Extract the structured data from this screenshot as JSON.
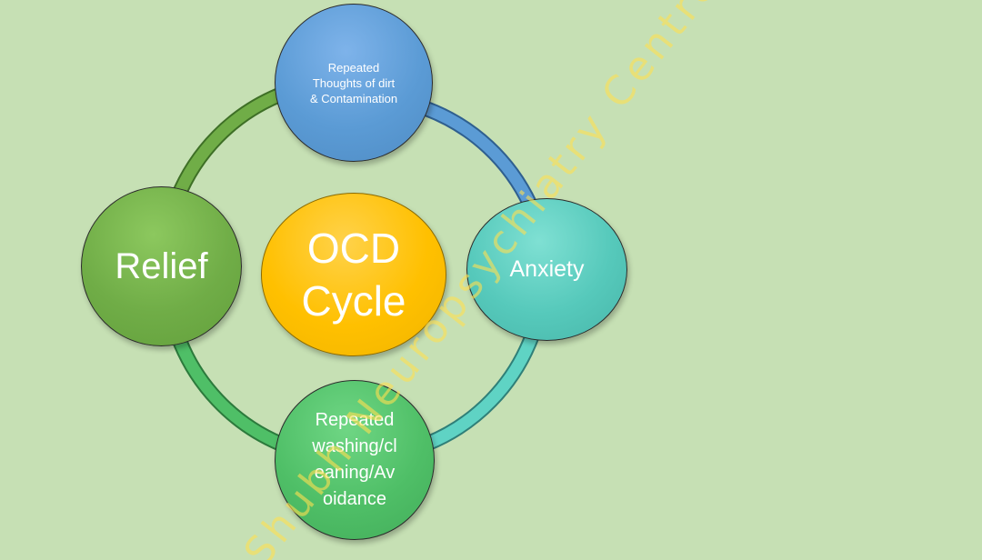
{
  "diagram": {
    "nodes": {
      "top": {
        "label": "Repeated\nThoughts of dirt\n& Contamination",
        "color": "#5b9bd5"
      },
      "right": {
        "label": "Anxiety",
        "color": "#56c9bb"
      },
      "bottom": {
        "label": "Repeated\nwashing/cl\neaning/Av\noidance",
        "color": "#4fbf67"
      },
      "left": {
        "label": "Relief",
        "color": "#70ad47"
      },
      "center": {
        "label": "OCD\nCycle",
        "color": "#ffc000"
      }
    },
    "cycle_order": [
      "top",
      "right",
      "bottom",
      "left"
    ],
    "connector_colors": {
      "top_right": "#5b9bd5",
      "right_bottom": "#56c9bb",
      "bottom_left": "#4fbf67",
      "left_top": "#70ad47"
    }
  },
  "watermark": "Shubh Neuropsychiatry Centre",
  "background_color": "#c6e0b4"
}
